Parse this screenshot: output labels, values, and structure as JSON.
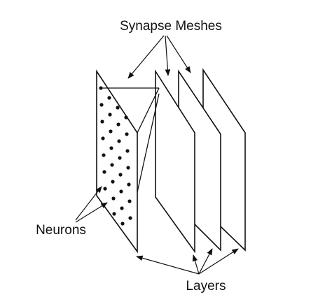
{
  "labels": {
    "synapse_meshes": "Synapse Meshes",
    "neurons": "Neurons",
    "layers": "Layers"
  },
  "colors": {
    "ink": "#111111",
    "background": "#ffffff"
  }
}
